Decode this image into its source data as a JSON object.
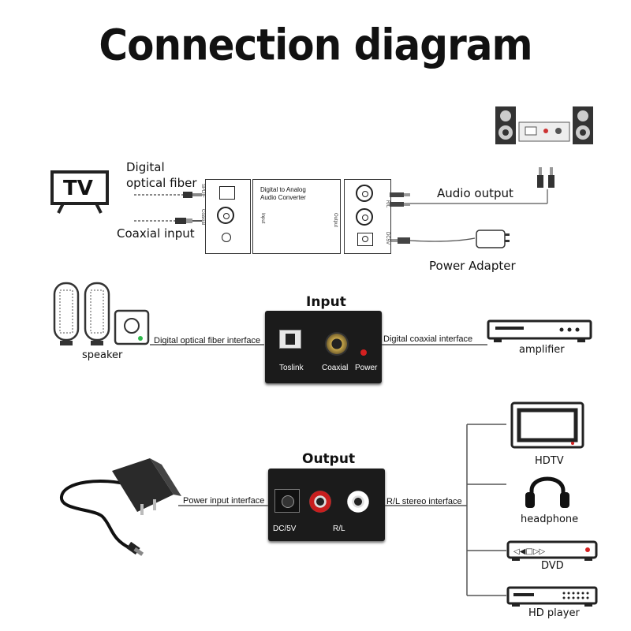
{
  "title": "Connection diagram",
  "top": {
    "tv_label": "TV",
    "optical_label_line1": "Digital",
    "optical_label_line2": "optical fiber",
    "coaxial_label": "Coaxial input",
    "audio_output_label": "Audio output",
    "power_adapter_label": "Power Adapter",
    "device_text_line1": "Digital to Analog",
    "device_text_line2": "Audio Converter",
    "left_port_labels": [
      "SPDIF",
      "Coaxial"
    ],
    "input_side": "Input",
    "output_side": "Output",
    "right_port_labels": [
      "R/L",
      "DC5V"
    ]
  },
  "input_section": {
    "title": "Input",
    "ports": [
      "Toslink",
      "Coaxial",
      "Power"
    ],
    "left_connection": "Digital optical fiber interface",
    "right_connection": "Digital coaxial interface",
    "left_device": "speaker",
    "right_device": "amplifier"
  },
  "output_section": {
    "title": "Output",
    "ports": [
      "DC/5V",
      "R/L"
    ],
    "left_connection": "Power input interface",
    "right_connection": "R/L stereo interface",
    "devices": [
      "HDTV",
      "headphone",
      "DVD",
      "HD player"
    ]
  },
  "colors": {
    "red_led": "#d42020",
    "green_led": "#2db84a",
    "rca_red": "#c81e1e"
  }
}
